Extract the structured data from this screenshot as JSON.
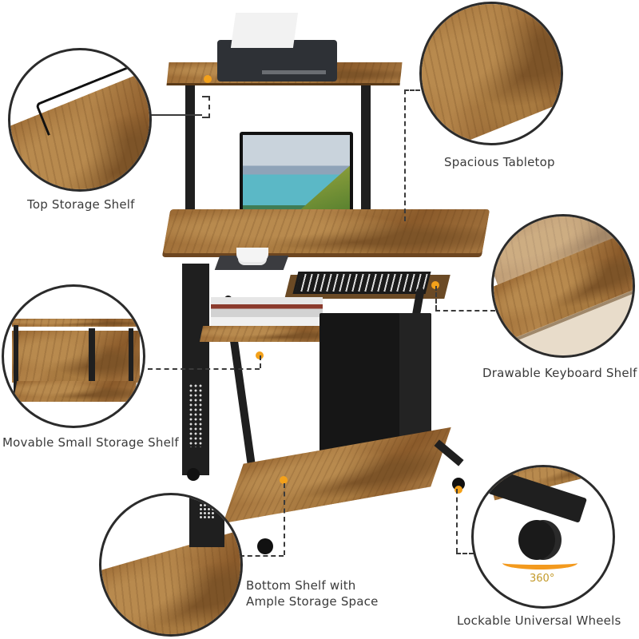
{
  "product": {
    "type": "Computer desk with shelves (feature callout infographic)",
    "accent_color": "#f3a11a",
    "text_color": "#3a3a3a",
    "circle_outline_color": "#2b2b2b"
  },
  "callouts": [
    {
      "id": "top-storage-shelf",
      "label": "Top Storage Shelf"
    },
    {
      "id": "spacious-tabletop",
      "label": "Spacious Tabletop"
    },
    {
      "id": "drawable-keyboard-shelf",
      "label": "Drawable Keyboard Shelf"
    },
    {
      "id": "movable-small-storage-shelf",
      "label": "Movable Small Storage Shelf"
    },
    {
      "id": "bottom-shelf",
      "label_line1": "Bottom Shelf with",
      "label_line2": "Ample Storage Space"
    },
    {
      "id": "lockable-wheels",
      "label": "Lockable Universal Wheels",
      "rotation_badge": "360°"
    }
  ]
}
